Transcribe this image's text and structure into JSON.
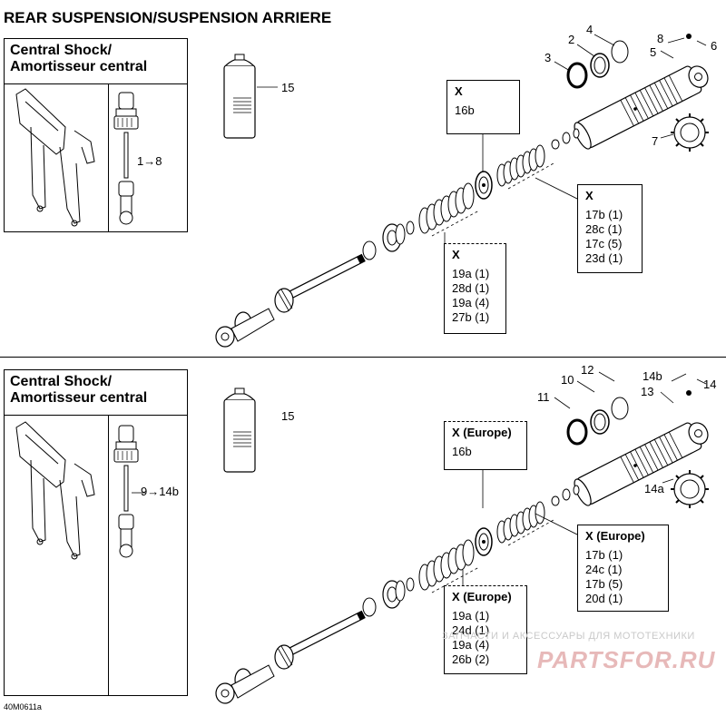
{
  "title": "REAR SUSPENSION/SUSPENSION ARRIERE",
  "figure_code": "40M0611a",
  "watermark": {
    "line1": "ЗАПЧАСТИ И АКСЕССУАРЫ ДЛЯ МОТОТЕХНИКИ",
    "line2": "PARTSFOR.RU"
  },
  "panels": [
    {
      "inset_title_1": "Central Shock/",
      "inset_title_2": "Amortisseur central",
      "range_label": "1→8",
      "spray_ref": "15",
      "callouts": [
        "2",
        "3",
        "4",
        "5",
        "6",
        "7",
        "8"
      ],
      "box_top": {
        "head": "X",
        "lines": [
          "16b"
        ]
      },
      "box_right": {
        "head": "X",
        "lines": [
          "17b (1)",
          "28c (1)",
          "17c (5)",
          "23d (1)"
        ]
      },
      "box_bottom": {
        "head": "X",
        "lines": [
          "19a (1)",
          "28d (1)",
          "19a (4)",
          "27b (1)"
        ]
      }
    },
    {
      "inset_title_1": "Central Shock/",
      "inset_title_2": "Amortisseur central",
      "range_label": "9→14b",
      "spray_ref": "15",
      "callouts": [
        "10",
        "11",
        "12",
        "13",
        "14",
        "14b",
        "14a"
      ],
      "box_top": {
        "head": "X (Europe)",
        "lines": [
          "16b"
        ]
      },
      "box_right": {
        "head": "X (Europe)",
        "lines": [
          "17b (1)",
          "24c (1)",
          "17b (5)",
          "20d (1)"
        ]
      },
      "box_bottom": {
        "head": "X (Europe)",
        "lines": [
          "19a (1)",
          "24d (1)",
          "19a (4)",
          "26b (2)"
        ]
      }
    }
  ]
}
